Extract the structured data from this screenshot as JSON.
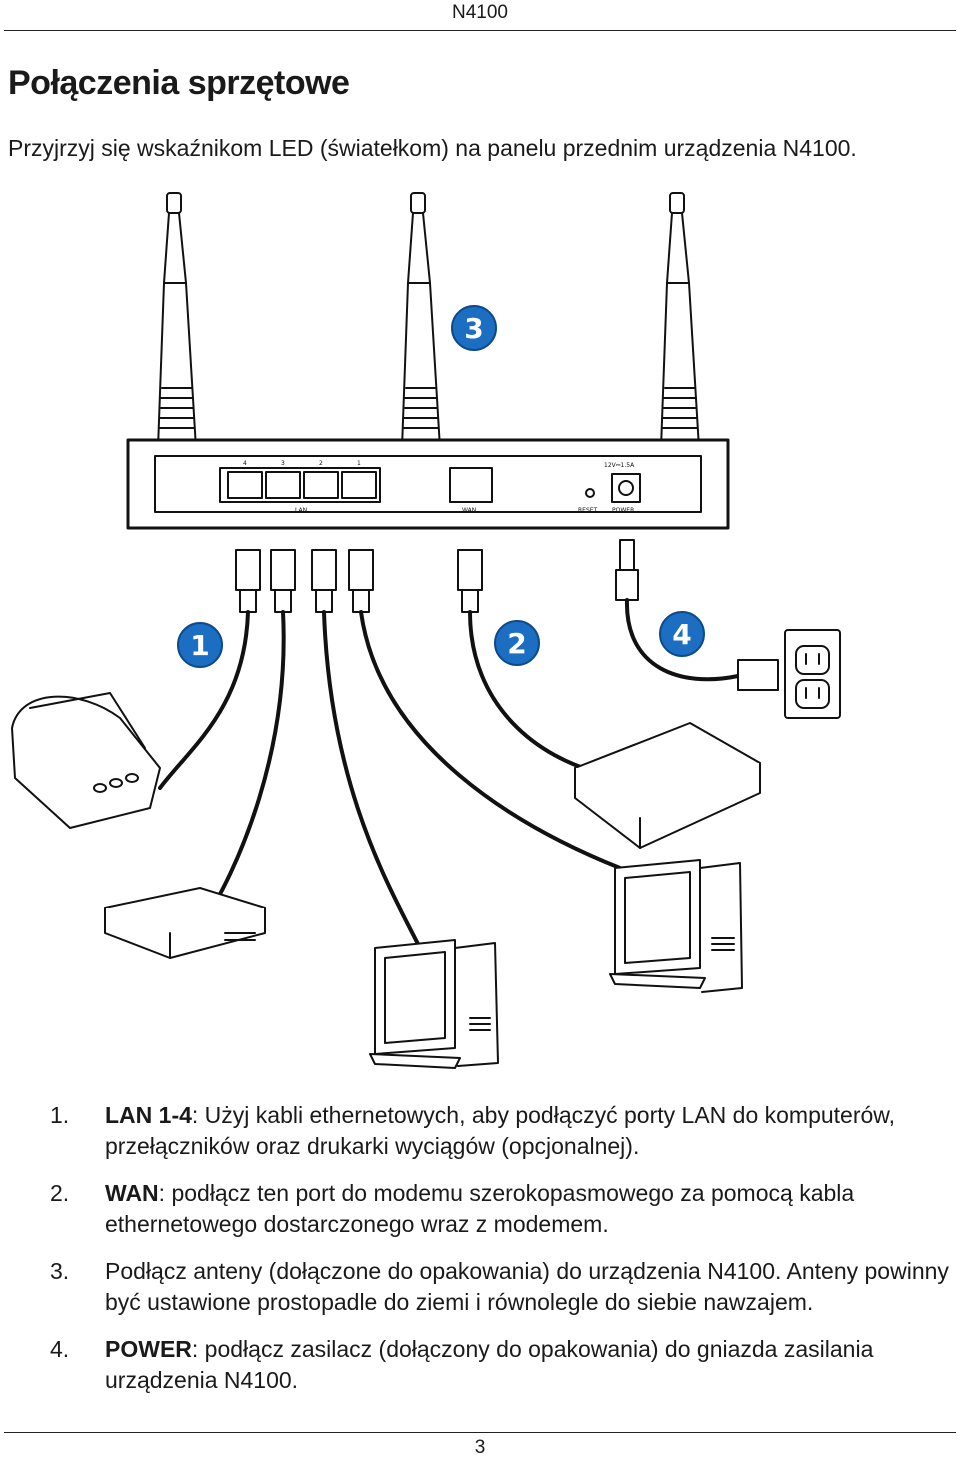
{
  "header": {
    "title": "N4100"
  },
  "title": "Połączenia sprzętowe",
  "intro": "Przyjrzyj się wskaźnikom LED (światełkom) na panelu przednim urządzenia N4100.",
  "figure": {
    "callouts": [
      "1",
      "2",
      "3",
      "4"
    ],
    "port_labels": [
      "4",
      "3",
      "2",
      "1"
    ],
    "label_lan": "LAN",
    "label_wan": "WAN",
    "label_reset": "RESET",
    "label_power": "POWER",
    "label_power_spec": "12V⎓1.5A"
  },
  "items": [
    {
      "num": "1.",
      "key": "LAN 1-4",
      "text": ": Użyj kabli ethernetowych, aby podłączyć porty LAN do komputerów, przełączników oraz drukarki wyciągów (opcjonalnej)."
    },
    {
      "num": "2.",
      "key": "WAN",
      "text": ": podłącz ten port do modemu szerokopasmowego za pomocą kabla ethernetowego dostarczonego wraz z modemem."
    },
    {
      "num": "3.",
      "key": "",
      "text": "Podłącz anteny (dołączone do opakowania) do urządzenia N4100. Anteny powinny być ustawione prostopadle do ziemi i równolegle do siebie nawzajem."
    },
    {
      "num": "4.",
      "key": "POWER",
      "text": ": podłącz zasilacz (dołączony do opakowania) do gniazda zasilania urządzenia N4100."
    }
  ],
  "footer": {
    "page": "3"
  }
}
